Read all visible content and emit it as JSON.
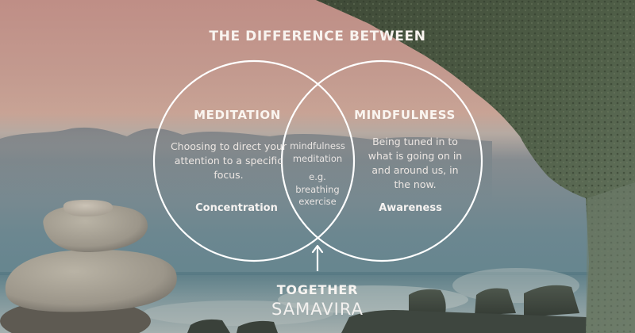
{
  "headline": "THE DIFFERENCE BETWEEN",
  "left_circle": {
    "heading": "MEDITATION",
    "description": "Choosing to direct your attention to a specific focus.",
    "keyword": "Concentration"
  },
  "intersection": {
    "line1": "mindfulness meditation",
    "line2": "e.g. breathing exercise"
  },
  "right_circle": {
    "heading": "MINDFULNESS",
    "description": "Being tuned in to what is going on in and around us, in the now.",
    "keyword": "Awareness"
  },
  "footer": {
    "together": "TOGETHER",
    "brand": "SAMAVIRA"
  },
  "icons": {
    "arrow": "arrow-up-icon",
    "venn": "venn-diagram"
  },
  "colors": {
    "sky_top": "#c09087",
    "sky_mid": "#c6a095",
    "cloud": "#8b8f91",
    "sea": "#6a8a93",
    "cliff": "#4b5a45",
    "stones": "#a9a293",
    "text": "#ffffff",
    "circle_stroke": "#ffffff"
  }
}
